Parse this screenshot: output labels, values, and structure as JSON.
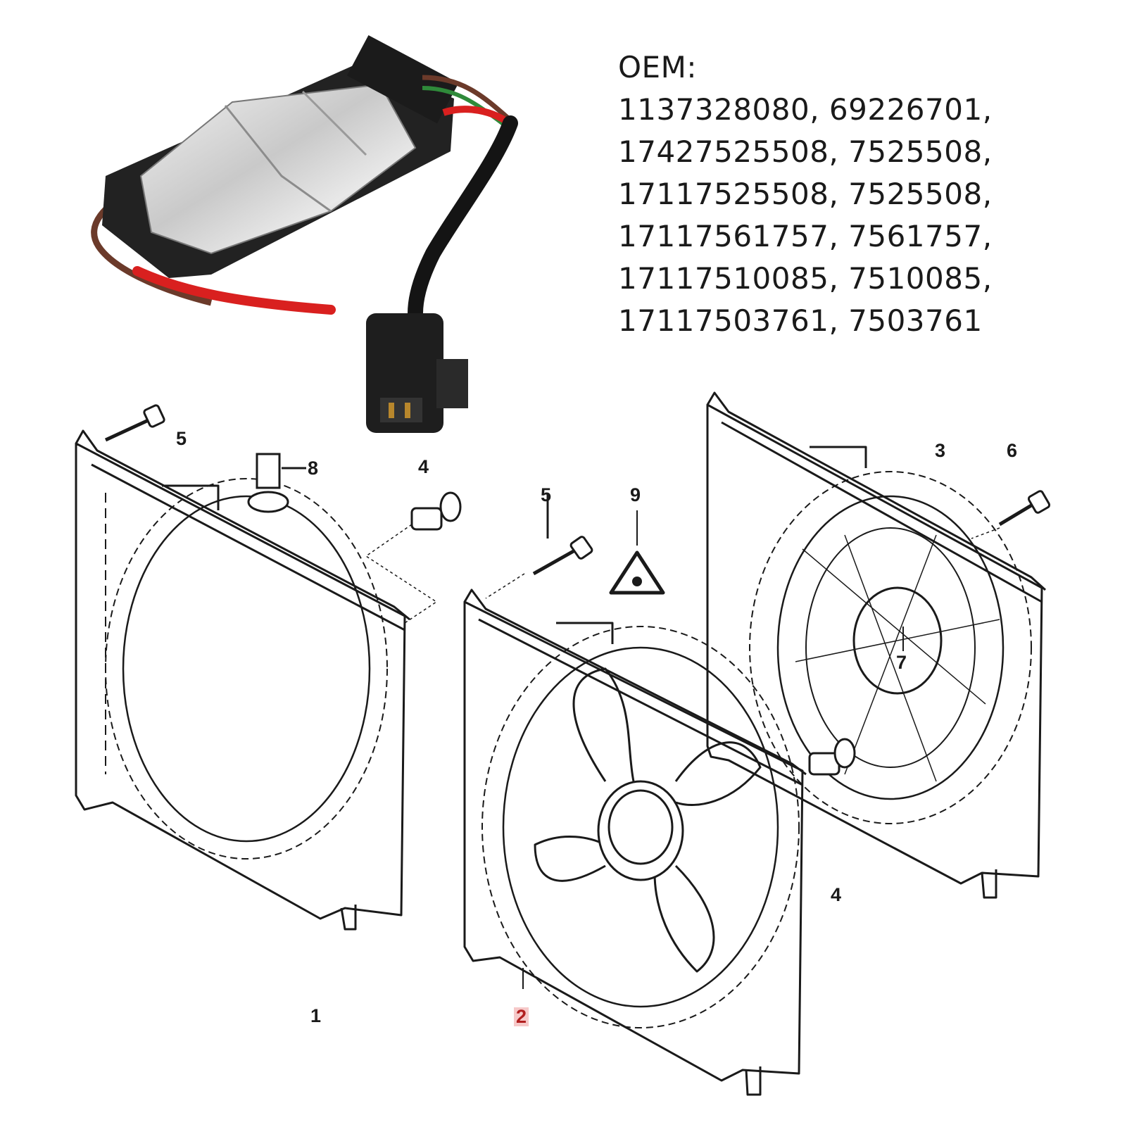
{
  "oem": {
    "lines": [
      "OEM:",
      "1137328080, 69226701,",
      "17427525508, 7525508,",
      "17117525508, 7525508,",
      "17117561757, 7561757,",
      "17117510085, 7510085,",
      "17117503761, 7503761"
    ]
  },
  "callouts": {
    "c1": "1",
    "c2": "2",
    "c3": "3",
    "c4a": "4",
    "c4b": "4",
    "c5a": "5",
    "c5b": "5",
    "c6": "6",
    "c7": "7",
    "c8": "8",
    "c9": "9"
  },
  "colors": {
    "highlight_bg": "#f6c9c9",
    "highlight_text": "#b21f1f",
    "wire_red": "#d9201f",
    "wire_green": "#2f8a3a",
    "wire_brown": "#6b3a2a"
  },
  "icons": {
    "module": "fan-resistor-module-photo",
    "warning": "warning-triangle-icon"
  }
}
